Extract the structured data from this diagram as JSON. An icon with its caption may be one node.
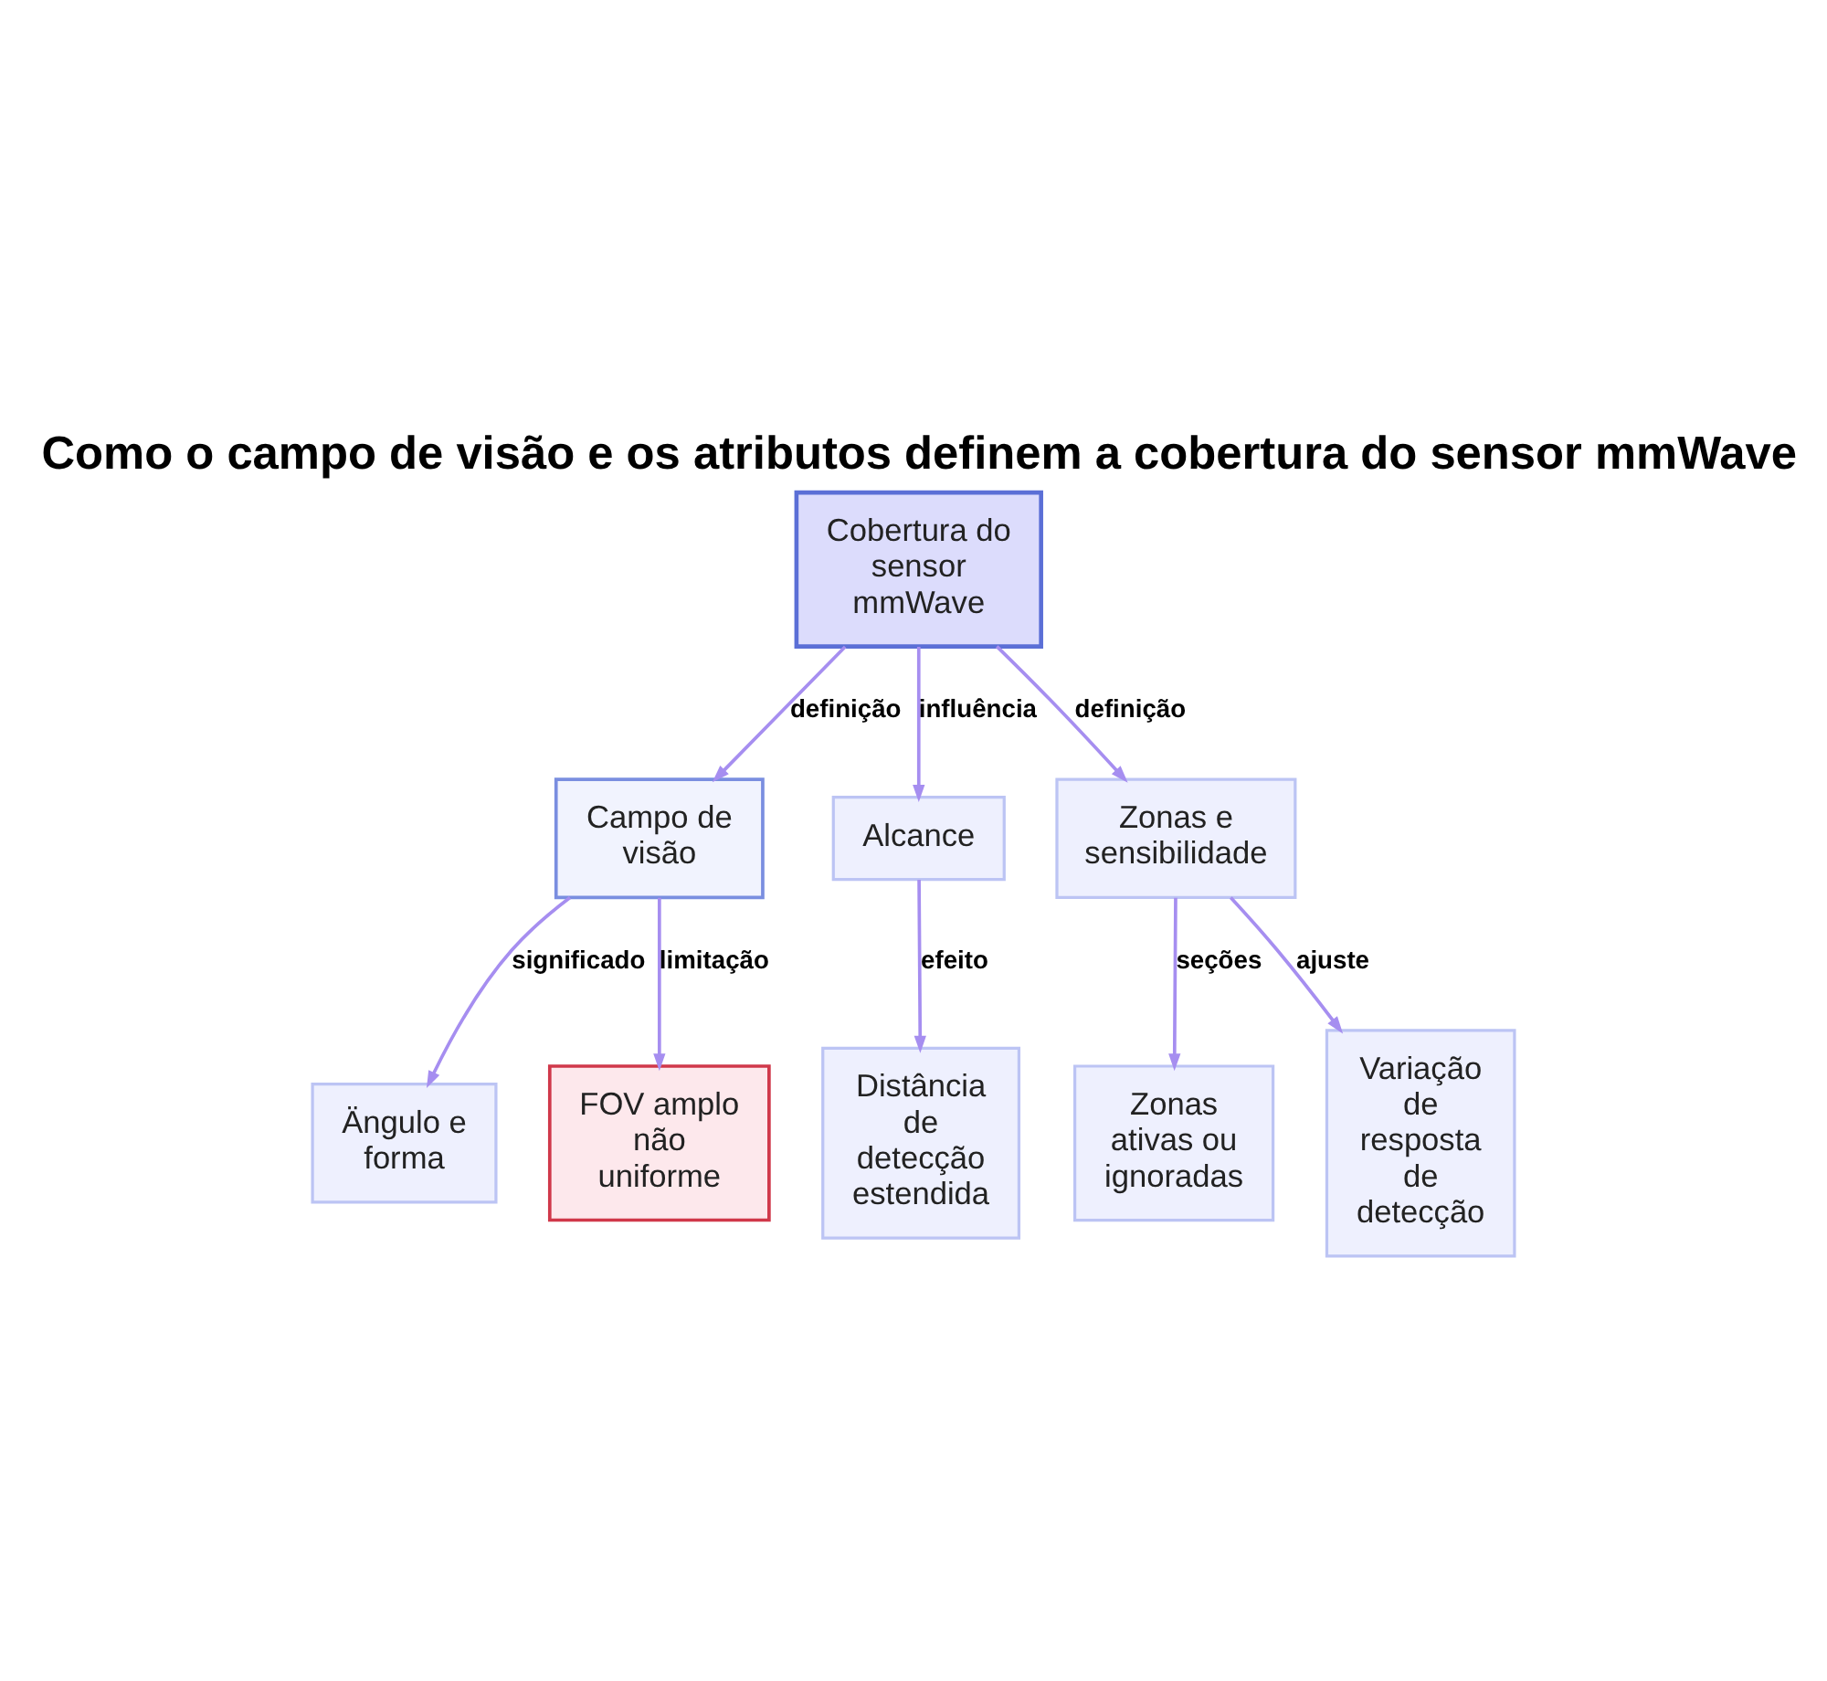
{
  "diagram": {
    "title": "Como o campo de visão e os atributos definem a cobertura do sensor mmWave",
    "nodes": [
      {
        "text": [
          "Cobertura do sensor mmWave"
        ]
      },
      {
        "text": [
          "Campo de visão"
        ]
      },
      {
        "text": [
          "Alcance"
        ]
      },
      {
        "text": [
          "Zonas e sensibilidade"
        ]
      },
      {
        "text": [
          "Ängulo e forma"
        ]
      },
      {
        "text": [
          "FOV amplo não uniforme"
        ]
      },
      {
        "text": [
          "Distância de detecção estendida"
        ]
      },
      {
        "text": [
          "Zonas ativas ou ignoradas"
        ]
      },
      {
        "text": [
          "Variação de resposta de detecção"
        ]
      }
    ],
    "edges": [
      {
        "from": 0,
        "to": 1,
        "arrow": "to",
        "label": "definição"
      },
      {
        "from": 0,
        "to": 2,
        "arrow": "to",
        "label": "influência"
      },
      {
        "from": 0,
        "to": 3,
        "arrow": "to",
        "label": "definição"
      },
      {
        "from": 1,
        "to": 4,
        "arrow": "to",
        "label": "significado"
      },
      {
        "from": 1,
        "to": 5,
        "arrow": "to",
        "label": "limitação"
      },
      {
        "from": 2,
        "to": 6,
        "arrow": "to",
        "label": "efeito"
      },
      {
        "from": 3,
        "to": 7,
        "arrow": "to",
        "label": "seções"
      },
      {
        "from": 3,
        "to": 8,
        "arrow": "to",
        "label": "ajuste"
      }
    ]
  }
}
